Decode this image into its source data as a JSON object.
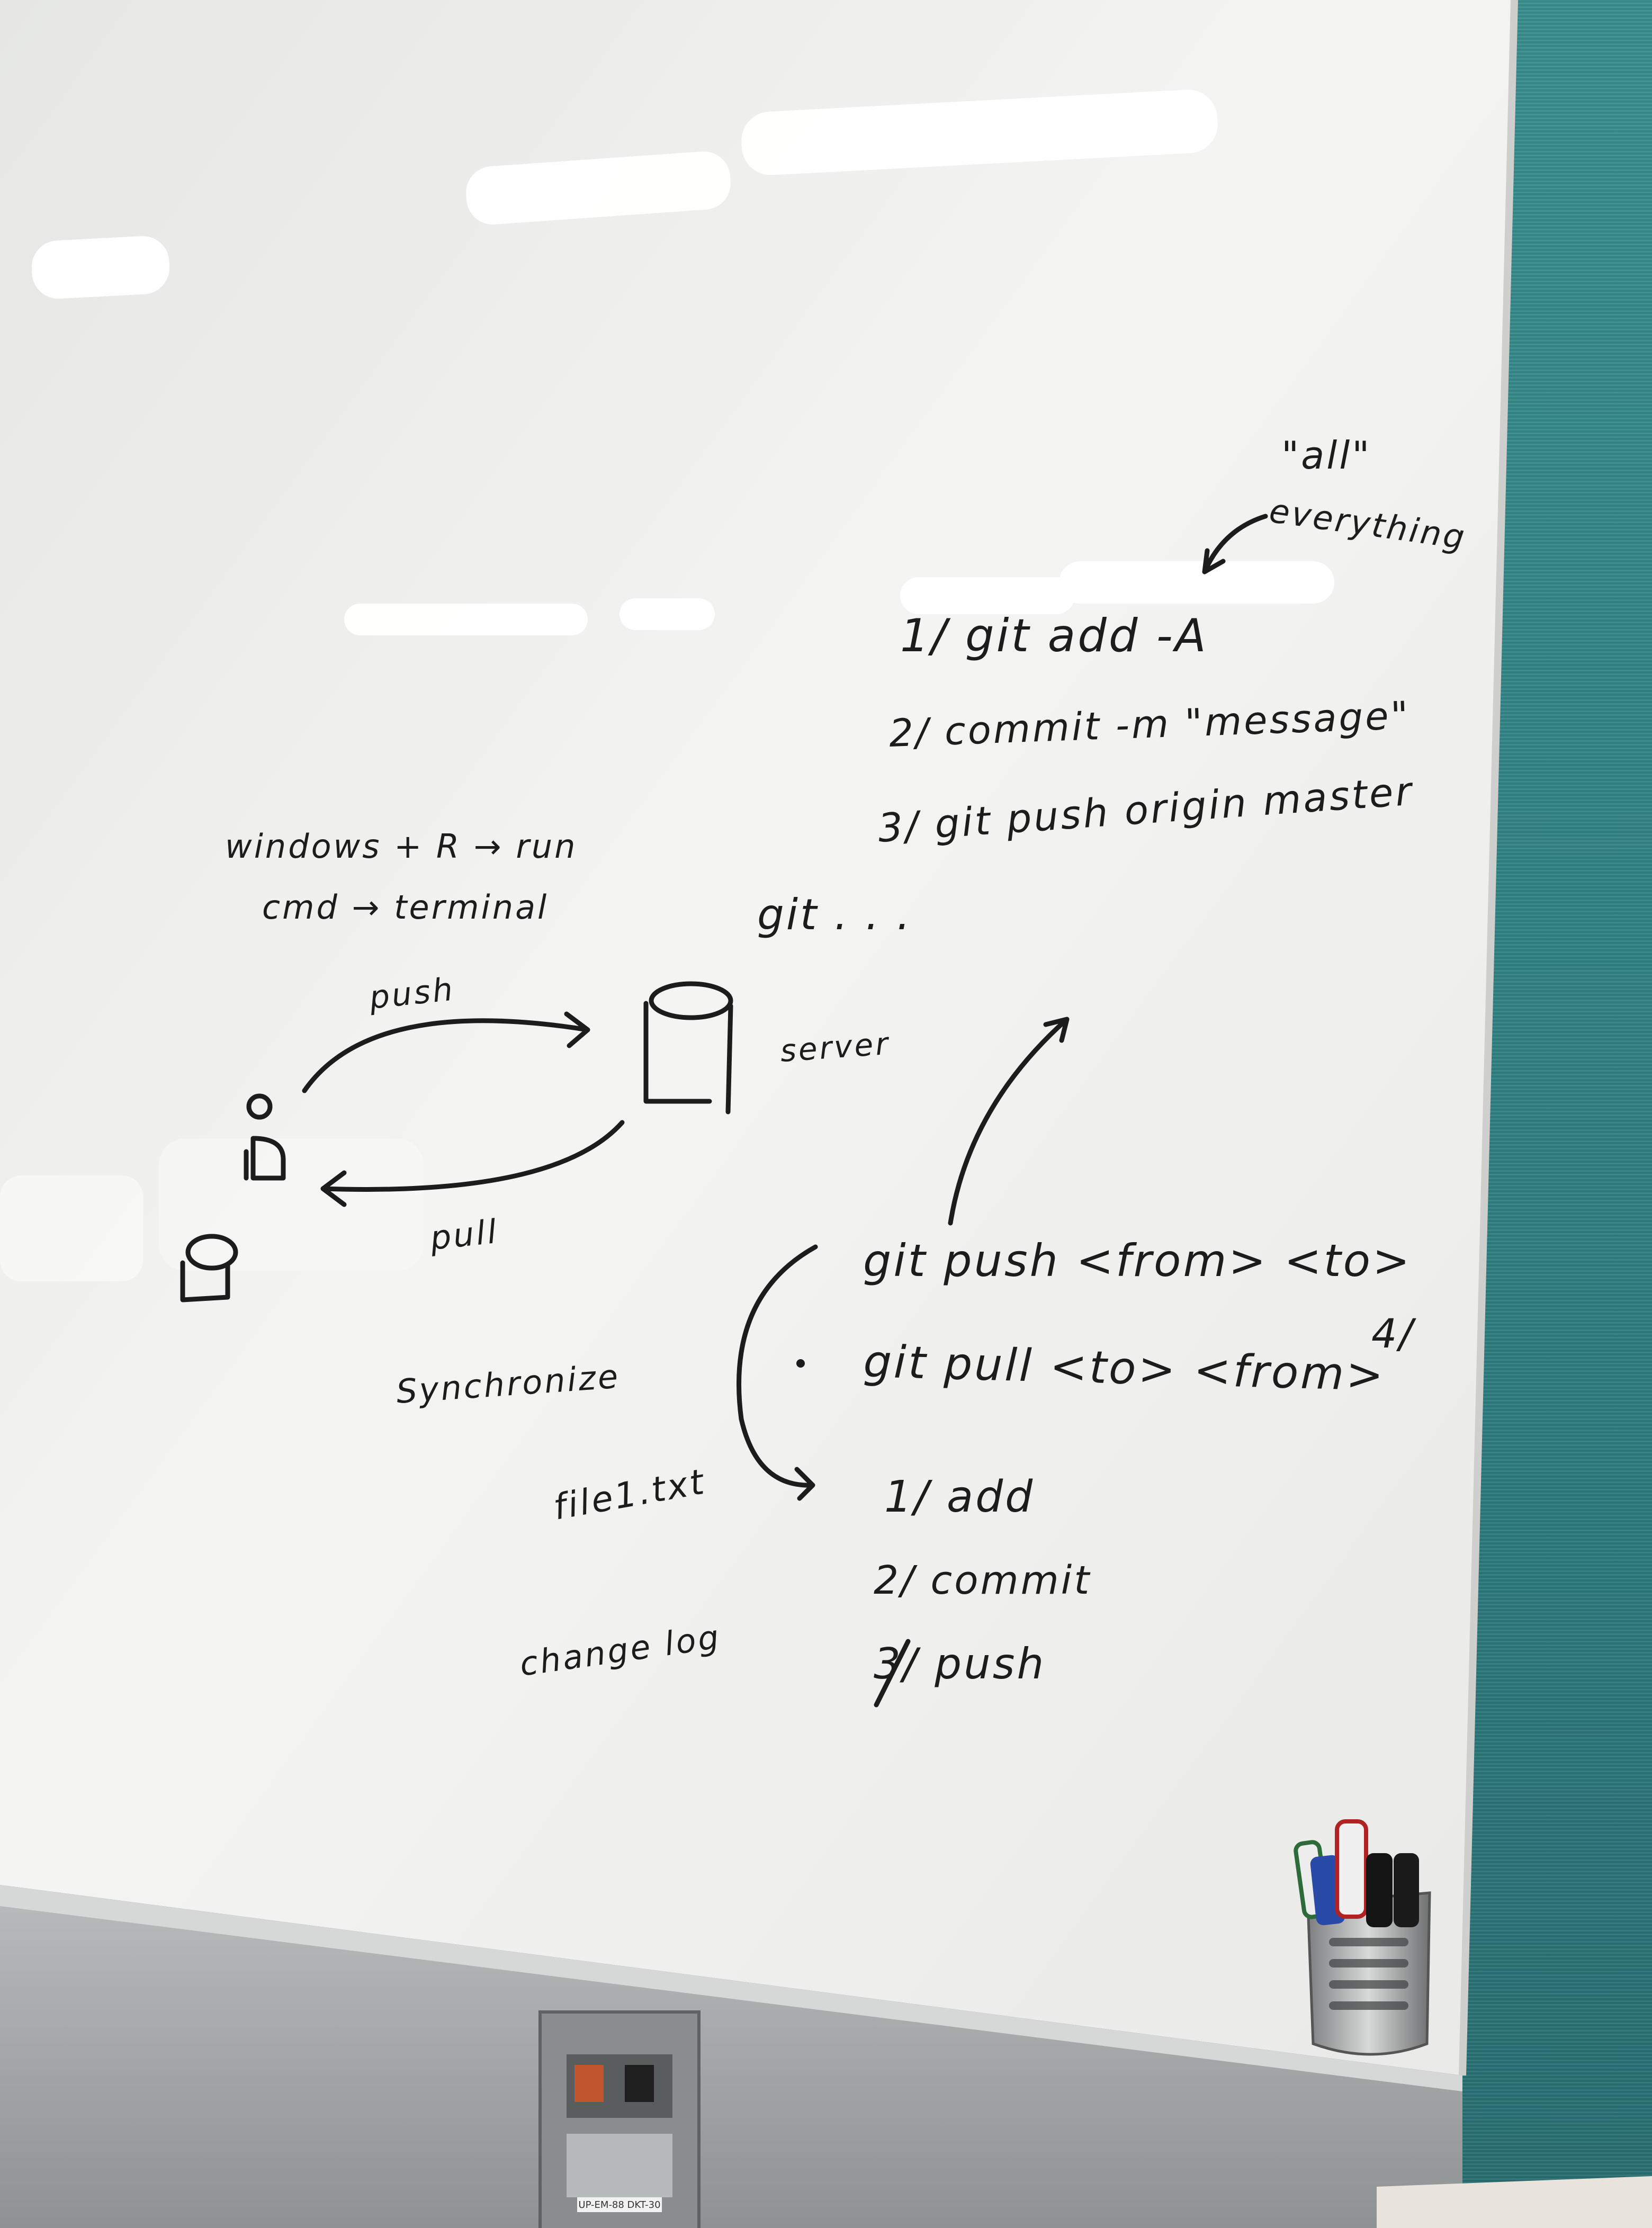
{
  "whiteboard": {
    "top_right": {
      "quote_all": "\"all\"",
      "everything": "everything",
      "steps": [
        "1/ git add -A",
        "2/ commit -m \"message\"",
        "3/ git push origin master"
      ]
    },
    "left_notes": {
      "line1": "windows + R → run",
      "line2": "cmd → terminal"
    },
    "git_dots": "git . . .",
    "diagram": {
      "push_label": "push",
      "pull_label": "pull",
      "server_label": "server"
    },
    "middle_left": {
      "synchronize": "Synchronize",
      "file": "file1.txt",
      "change_log": "change log"
    },
    "commands": {
      "push_cmd": "git push <from> <to>",
      "pull_cmd": "git pull <to> <from>",
      "marker_4": "4/"
    },
    "bottom_steps": [
      "1/ add",
      "2/ commit",
      "3/ push"
    ],
    "outlet_label": "UP-EM-88 DKT-30"
  },
  "colors": {
    "wall": "#3f8c8b",
    "board": "#f3f3f1",
    "ink": "#1c1c1c",
    "tray": "#9ea3a4"
  }
}
